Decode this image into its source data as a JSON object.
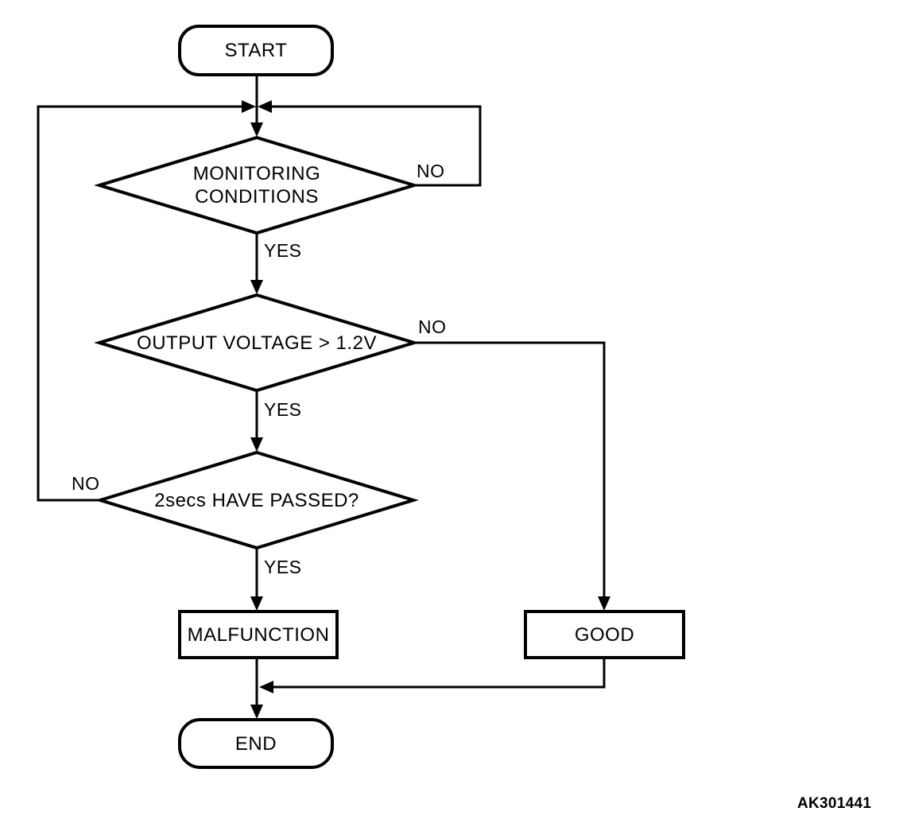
{
  "page": {
    "background_color": "#ffffff",
    "line_color": "#000000",
    "figure_id": "AK301441"
  },
  "flowchart": {
    "start": {
      "label": "START"
    },
    "decision_monitoring": {
      "line1": "MONITORING",
      "line2": "CONDITIONS",
      "no_label": "NO",
      "yes_label": "YES"
    },
    "decision_voltage": {
      "label": "OUTPUT VOLTAGE > 1.2V",
      "no_label": "NO",
      "yes_label": "YES"
    },
    "decision_timer": {
      "label": "2secs HAVE PASSED?",
      "no_label": "NO",
      "yes_label": "YES"
    },
    "malfunction": {
      "label": "MALFUNCTION"
    },
    "good": {
      "label": "GOOD"
    },
    "end": {
      "label": "END"
    }
  }
}
